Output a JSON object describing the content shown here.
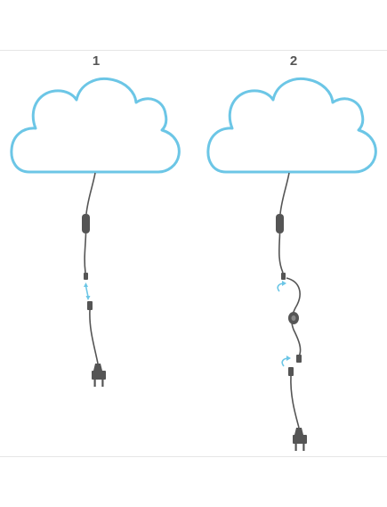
{
  "steps": [
    {
      "number": "1",
      "description_icon": "cloud-light-single-cable"
    },
    {
      "number": "2",
      "description_icon": "cloud-light-extension-cable"
    }
  ],
  "colors": {
    "cloud_outline": "#6cc6e6",
    "cable": "#555555",
    "connector_arrow": "#6cc6e6",
    "separator": "#e6e6e6"
  }
}
